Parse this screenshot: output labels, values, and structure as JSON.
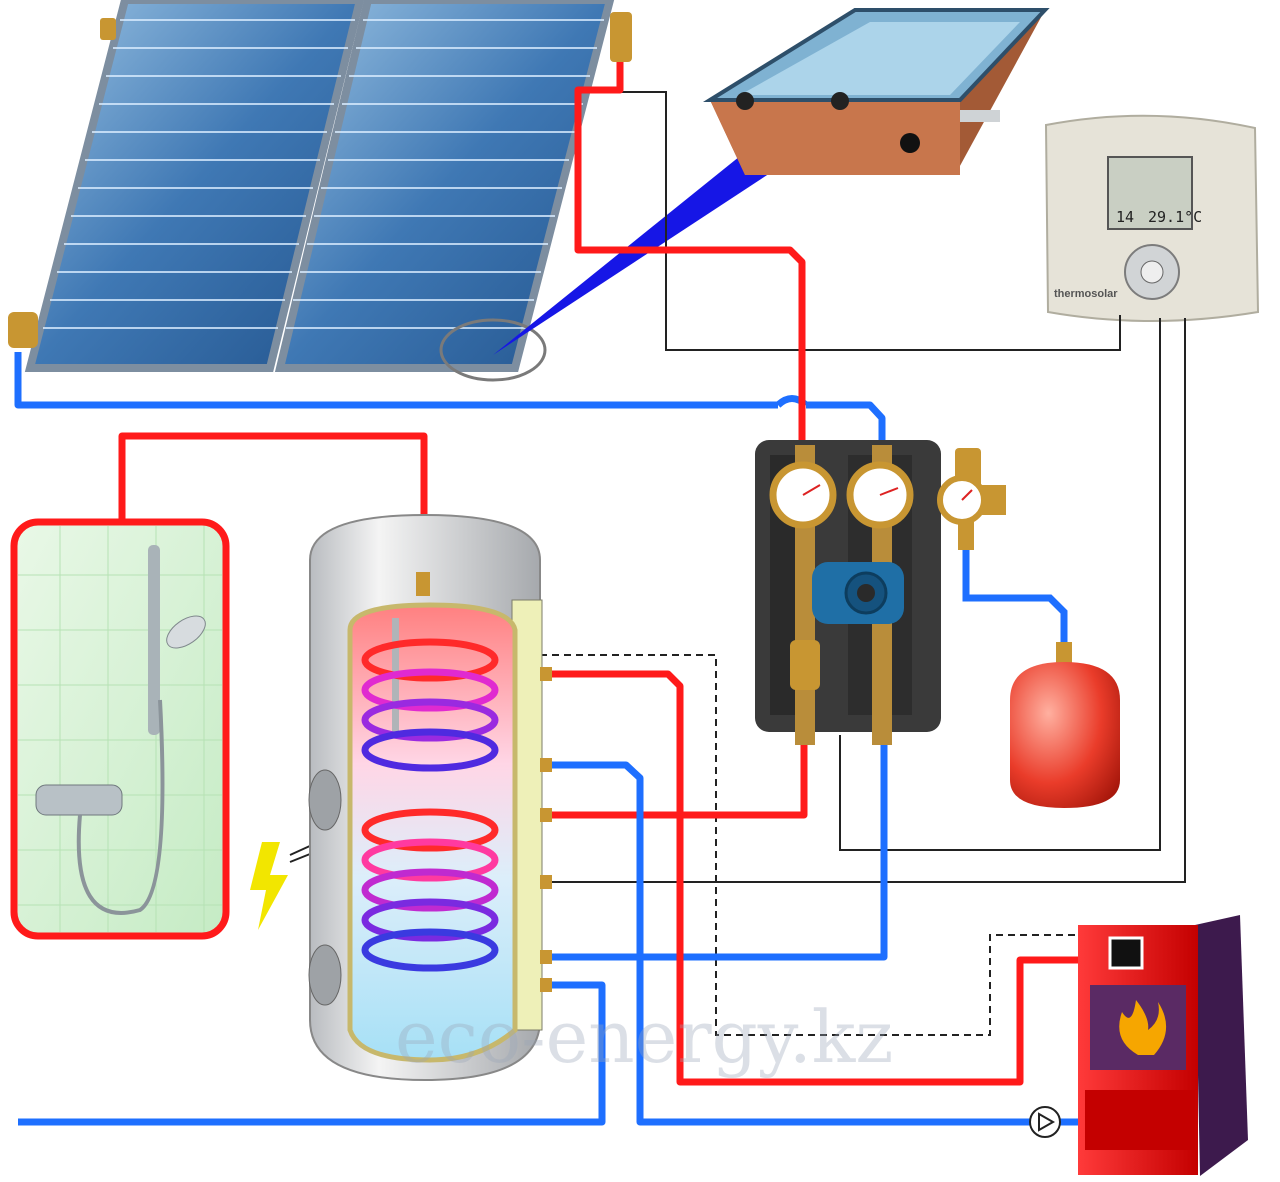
{
  "controller": {
    "display_left": "14",
    "display_right": "29.1°C",
    "brand": "thermosolar"
  },
  "watermark": "eco-energy.kz",
  "colors": {
    "hot": "#ff1a1a",
    "cold": "#1e6fff",
    "wire": "#222222"
  }
}
